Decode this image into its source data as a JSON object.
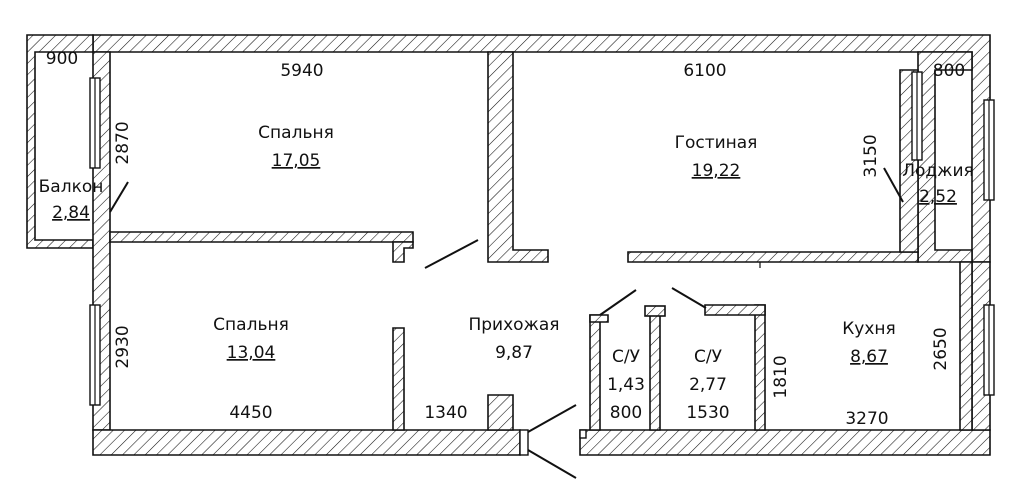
{
  "rooms": {
    "bedroom1": {
      "name": "Спальня",
      "area": "17,05"
    },
    "living": {
      "name": "Гостиная",
      "area": "19,22"
    },
    "loggia": {
      "name": "Лоджия",
      "area": "2,52"
    },
    "balcony": {
      "name": "Балкон",
      "area": "2,84"
    },
    "bedroom2": {
      "name": "Спальня",
      "area": "13,04"
    },
    "hall": {
      "name": "Прихожая",
      "area": "9,87"
    },
    "wc1": {
      "name": "С/У",
      "area": "1,43"
    },
    "wc2": {
      "name": "С/У",
      "area": "2,77"
    },
    "kitchen": {
      "name": "Кухня",
      "area": "8,67"
    }
  },
  "dimensions": {
    "balcony_width": "900",
    "balcony_height": "2870",
    "bedroom1_width": "5940",
    "living_width": "6100",
    "loggia_width": "800",
    "loggia_height": "3150",
    "bedroom2_height": "2930",
    "bedroom2_width": "4450",
    "hall_width": "1340",
    "wc1_width": "800",
    "wc2_width": "1530",
    "wc2_height": "1810",
    "kitchen_width": "3270",
    "kitchen_height": "2650"
  }
}
